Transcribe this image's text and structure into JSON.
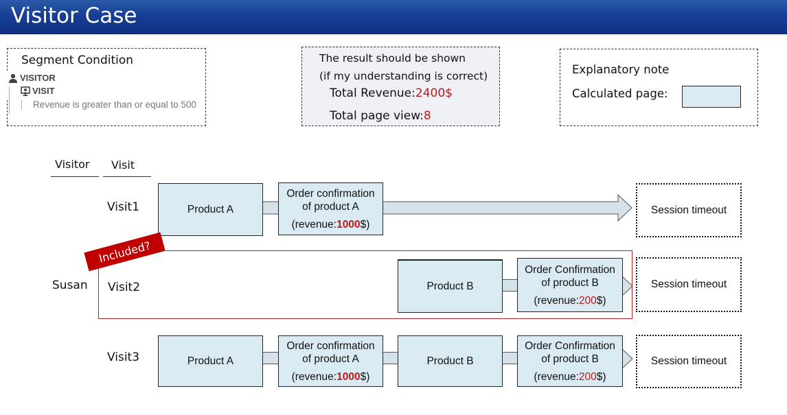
{
  "header": {
    "title": "Visitor Case"
  },
  "segment_condition": {
    "title": "Segment Condition",
    "visitor_label": "VISITOR",
    "visitor_icon": "person-icon",
    "visit_label": "VISIT",
    "visit_icon": "visit-presentation-icon",
    "condition": "Revenue is greater than or equal to 500"
  },
  "result": {
    "line1": "The result should be shown",
    "line2": "(if my understanding is correct)",
    "revenue_label": "Total Revenue:",
    "revenue_value": "2400$",
    "pageview_label": "Total page view:",
    "pageview_value": "8"
  },
  "note": {
    "title": "Explanatory note",
    "calculated_label": "Calculated page:",
    "calculated_color": "#daeaf2"
  },
  "columns": {
    "visitor": "Visitor",
    "visit": "Visit"
  },
  "visitor_name": "Susan",
  "included_badge": "Included?",
  "visits": [
    {
      "label": "Visit1",
      "nodes": [
        {
          "title": "Product A"
        },
        {
          "title": "Order confirmation of product A",
          "rev_prefix": "(revenue:",
          "rev_value": "1000",
          "rev_suffix": "$)"
        }
      ],
      "end": "Session timeout"
    },
    {
      "label": "Visit2",
      "nodes": [
        {
          "title": "Product B"
        },
        {
          "title": "Order Confirmation of product B",
          "rev_prefix": "(revenue:",
          "rev_value": "200",
          "rev_suffix": "$)"
        }
      ],
      "end": "Session timeout"
    },
    {
      "label": "Visit3",
      "nodes": [
        {
          "title": "Product A"
        },
        {
          "title": "Order confirmation of product A",
          "rev_prefix": "(revenue:",
          "rev_value": "1000",
          "rev_suffix": "$)"
        },
        {
          "title": "Product B"
        },
        {
          "title": "Order Confirmation of product B",
          "rev_prefix": "(revenue:",
          "rev_value": "200",
          "rev_suffix": "$)"
        }
      ],
      "end": "Session timeout"
    }
  ],
  "colors": {
    "accent_red": "#c01818",
    "node_fill": "#daeaf2",
    "header_blue": "#163f95"
  }
}
